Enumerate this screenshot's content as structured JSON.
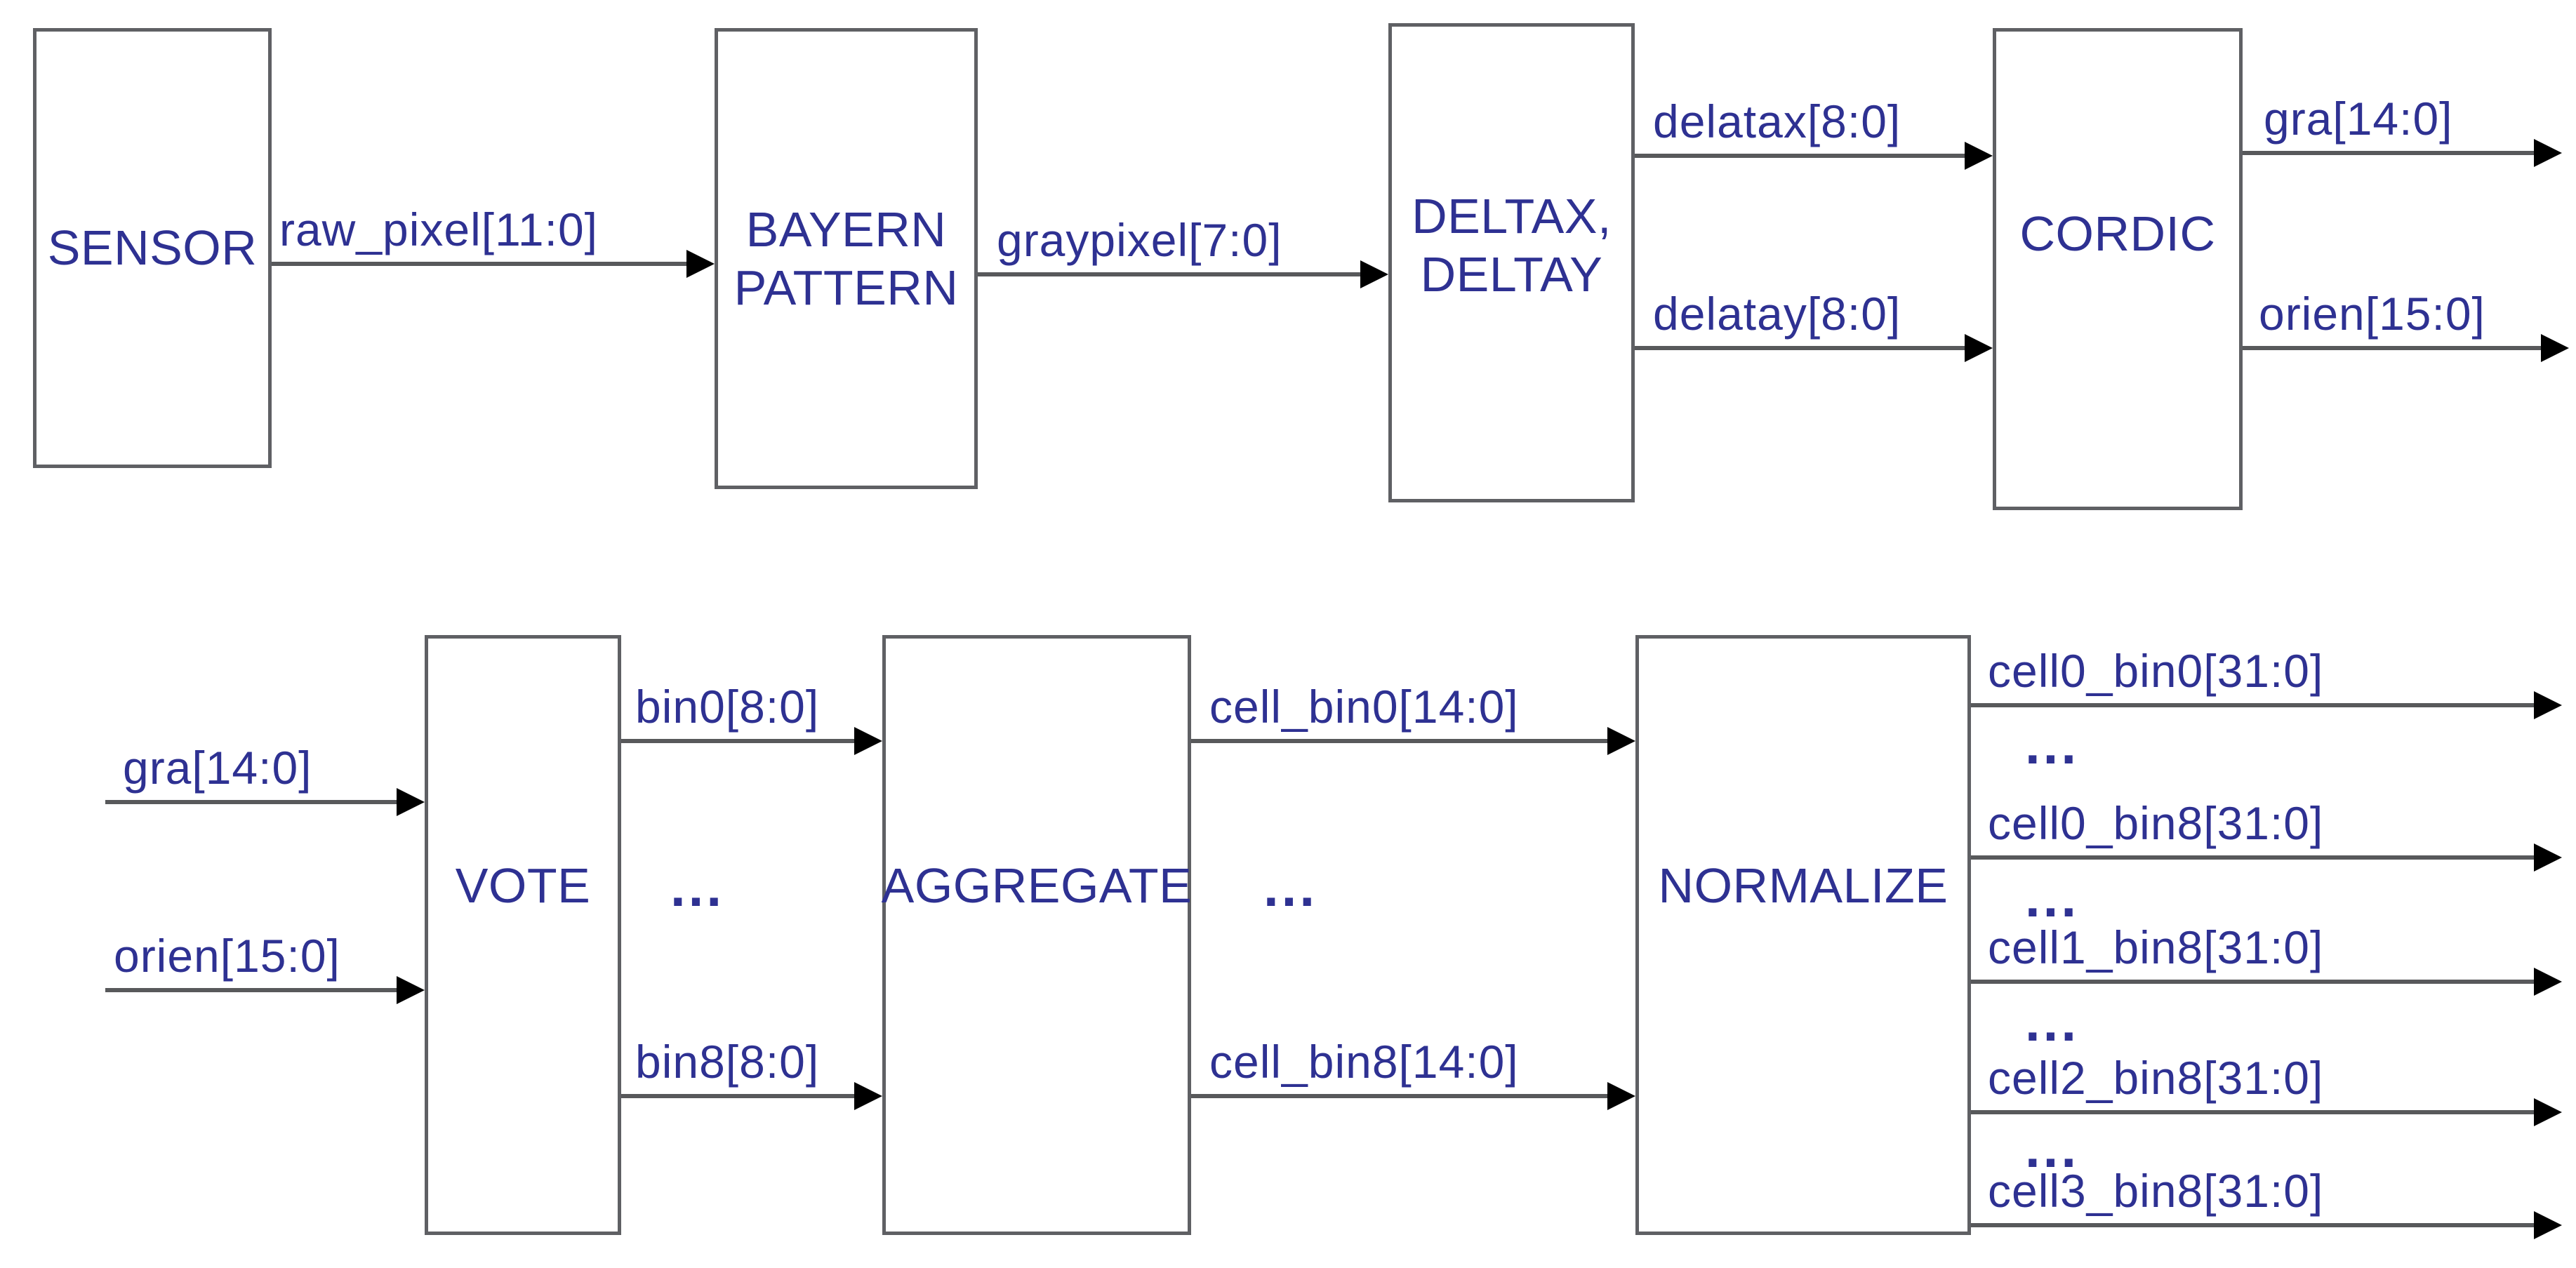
{
  "colors": {
    "text": "#2E3192",
    "wire": "#58595B",
    "box_border": "#5F6064",
    "arrowhead": "#000000",
    "background": "#FFFFFF"
  },
  "blocks": {
    "sensor": {
      "label": "SENSOR"
    },
    "bayern": {
      "line1": "BAYERN",
      "line2": "PATTERN"
    },
    "delta": {
      "line1": "DELTAX,",
      "line2": "DELTAY"
    },
    "cordic": {
      "label": "CORDIC"
    },
    "vote": {
      "label": "VOTE"
    },
    "aggregate": {
      "label": "AGGREGATE"
    },
    "normalize": {
      "label": "NORMALIZE"
    }
  },
  "signals": {
    "raw_pixel": "raw_pixel[11:0]",
    "graypixel": "graypixel[7:0]",
    "delatax": "delatax[8:0]",
    "delatay": "delatay[8:0]",
    "gra_out": "gra[14:0]",
    "orien_out": "orien[15:0]",
    "gra_in": "gra[14:0]",
    "orien_in": "orien[15:0]",
    "bin0": "bin0[8:0]",
    "bin8": "bin8[8:0]",
    "cell_bin0": "cell_bin0[14:0]",
    "cell_bin8": "cell_bin8[14:0]",
    "cell0_bin0": "cell0_bin0[31:0]",
    "cell0_bin8": "cell0_bin8[31:0]",
    "cell1_bin8": "cell1_bin8[31:0]",
    "cell2_bin8": "cell2_bin8[31:0]",
    "cell3_bin8": "cell3_bin8[31:0]"
  },
  "ellipsis": "..."
}
